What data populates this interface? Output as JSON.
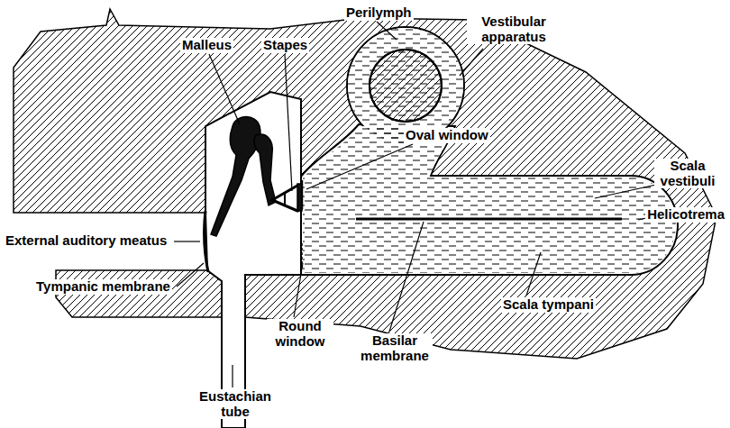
{
  "diagram": {
    "labels": [
      "Perilymph",
      "Vestibular apparatus",
      "Malleus",
      "Stapes",
      "Oval window",
      "Scala vestibuli",
      "External auditory meatus",
      "Tympanic membrane",
      "Helicotrema",
      "Round window",
      "Basilar membrane",
      "Scala tympani",
      "Eustachian tube"
    ]
  }
}
